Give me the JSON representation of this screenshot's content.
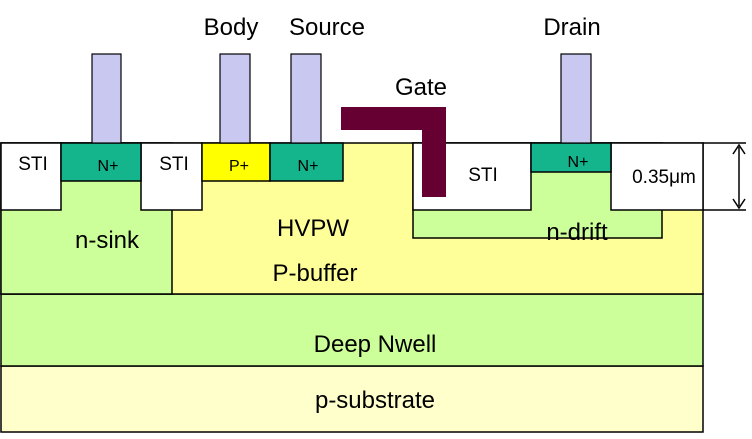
{
  "terminals": {
    "body": "Body",
    "source": "Source",
    "gate": "Gate",
    "drain": "Drain"
  },
  "regions": {
    "sti": "STI",
    "n_plus": "N+",
    "p_plus": "P+",
    "n_sink": "n-sink",
    "hvpw": "HVPW",
    "p_buffer": "P-buffer",
    "n_drift": "n-drift",
    "deep_nwell": "Deep Nwell",
    "p_substrate": "p-substrate"
  },
  "dimension": {
    "sti_depth": "0.35μm"
  },
  "colors": {
    "contact": "#c8c8f0",
    "n_plus": "#14b48c",
    "p_plus": "#ffff00",
    "nwell_green": "#ccff99",
    "pwell_yellow": "#ffff99",
    "substrate": "#ffffcc",
    "gate": "#660033",
    "sti": "#ffffff"
  }
}
